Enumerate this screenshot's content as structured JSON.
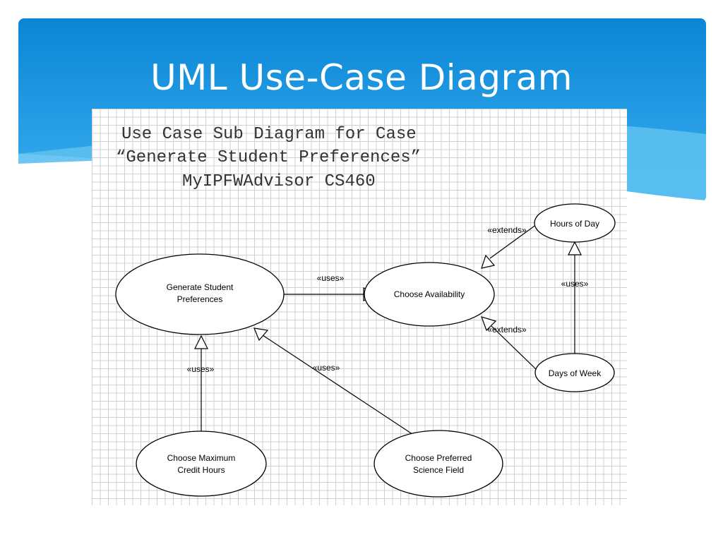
{
  "slide": {
    "title": "UML Use-Case Diagram"
  },
  "diagram": {
    "heading": [
      "Use Case Sub Diagram for Case",
      "“Generate Student Preferences”",
      "MyIPFWAdvisor CS460"
    ],
    "use_cases": {
      "generate_student_preferences": [
        "Generate Student",
        "Preferences"
      ],
      "choose_availability": [
        "Choose Availability"
      ],
      "hours_of_day": [
        "Hours of Day"
      ],
      "days_of_week": [
        "Days of Week"
      ],
      "choose_max_credit_hours": [
        "Choose Maximum",
        "Credit Hours"
      ],
      "choose_preferred_science_field": [
        "Choose Preferred",
        "Science Field"
      ]
    },
    "relationships": {
      "gsp_uses_availability": "«uses»",
      "hours_extends_availability": "«extends»",
      "days_uses_hours": "«uses»",
      "days_extends_availability": "«extends»",
      "max_credit_uses_gsp": "«uses»",
      "science_uses_gsp": "«uses»"
    },
    "colors": {
      "header_blue": "#1a93dc",
      "header_light": "#5cc0f0",
      "grid": "#d0d0d0",
      "heading_text": "#333333"
    }
  }
}
